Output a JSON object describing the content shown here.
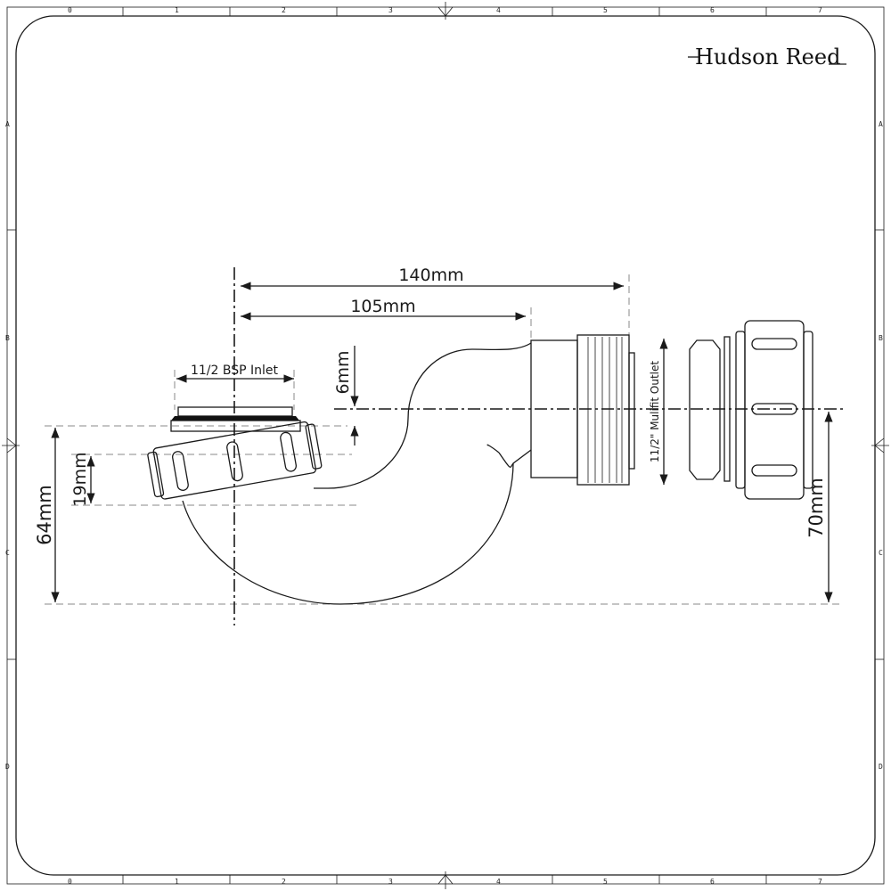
{
  "brand": {
    "name": "Hudson Reed"
  },
  "ruler": {
    "columns": [
      "0",
      "1",
      "2",
      "3",
      "4",
      "5",
      "6",
      "7"
    ],
    "rows": [
      "A",
      "B",
      "C",
      "D"
    ]
  },
  "dimensions": {
    "overall_length": "140mm",
    "outlet_length": "105mm",
    "offset": "6mm",
    "inlet_height": "19mm",
    "inlet_depth": "64mm",
    "outlet_depth": "70mm"
  },
  "labels": {
    "inlet": "11/2 BSP Inlet",
    "outlet": "11/2\" Mulifit Outlet"
  }
}
